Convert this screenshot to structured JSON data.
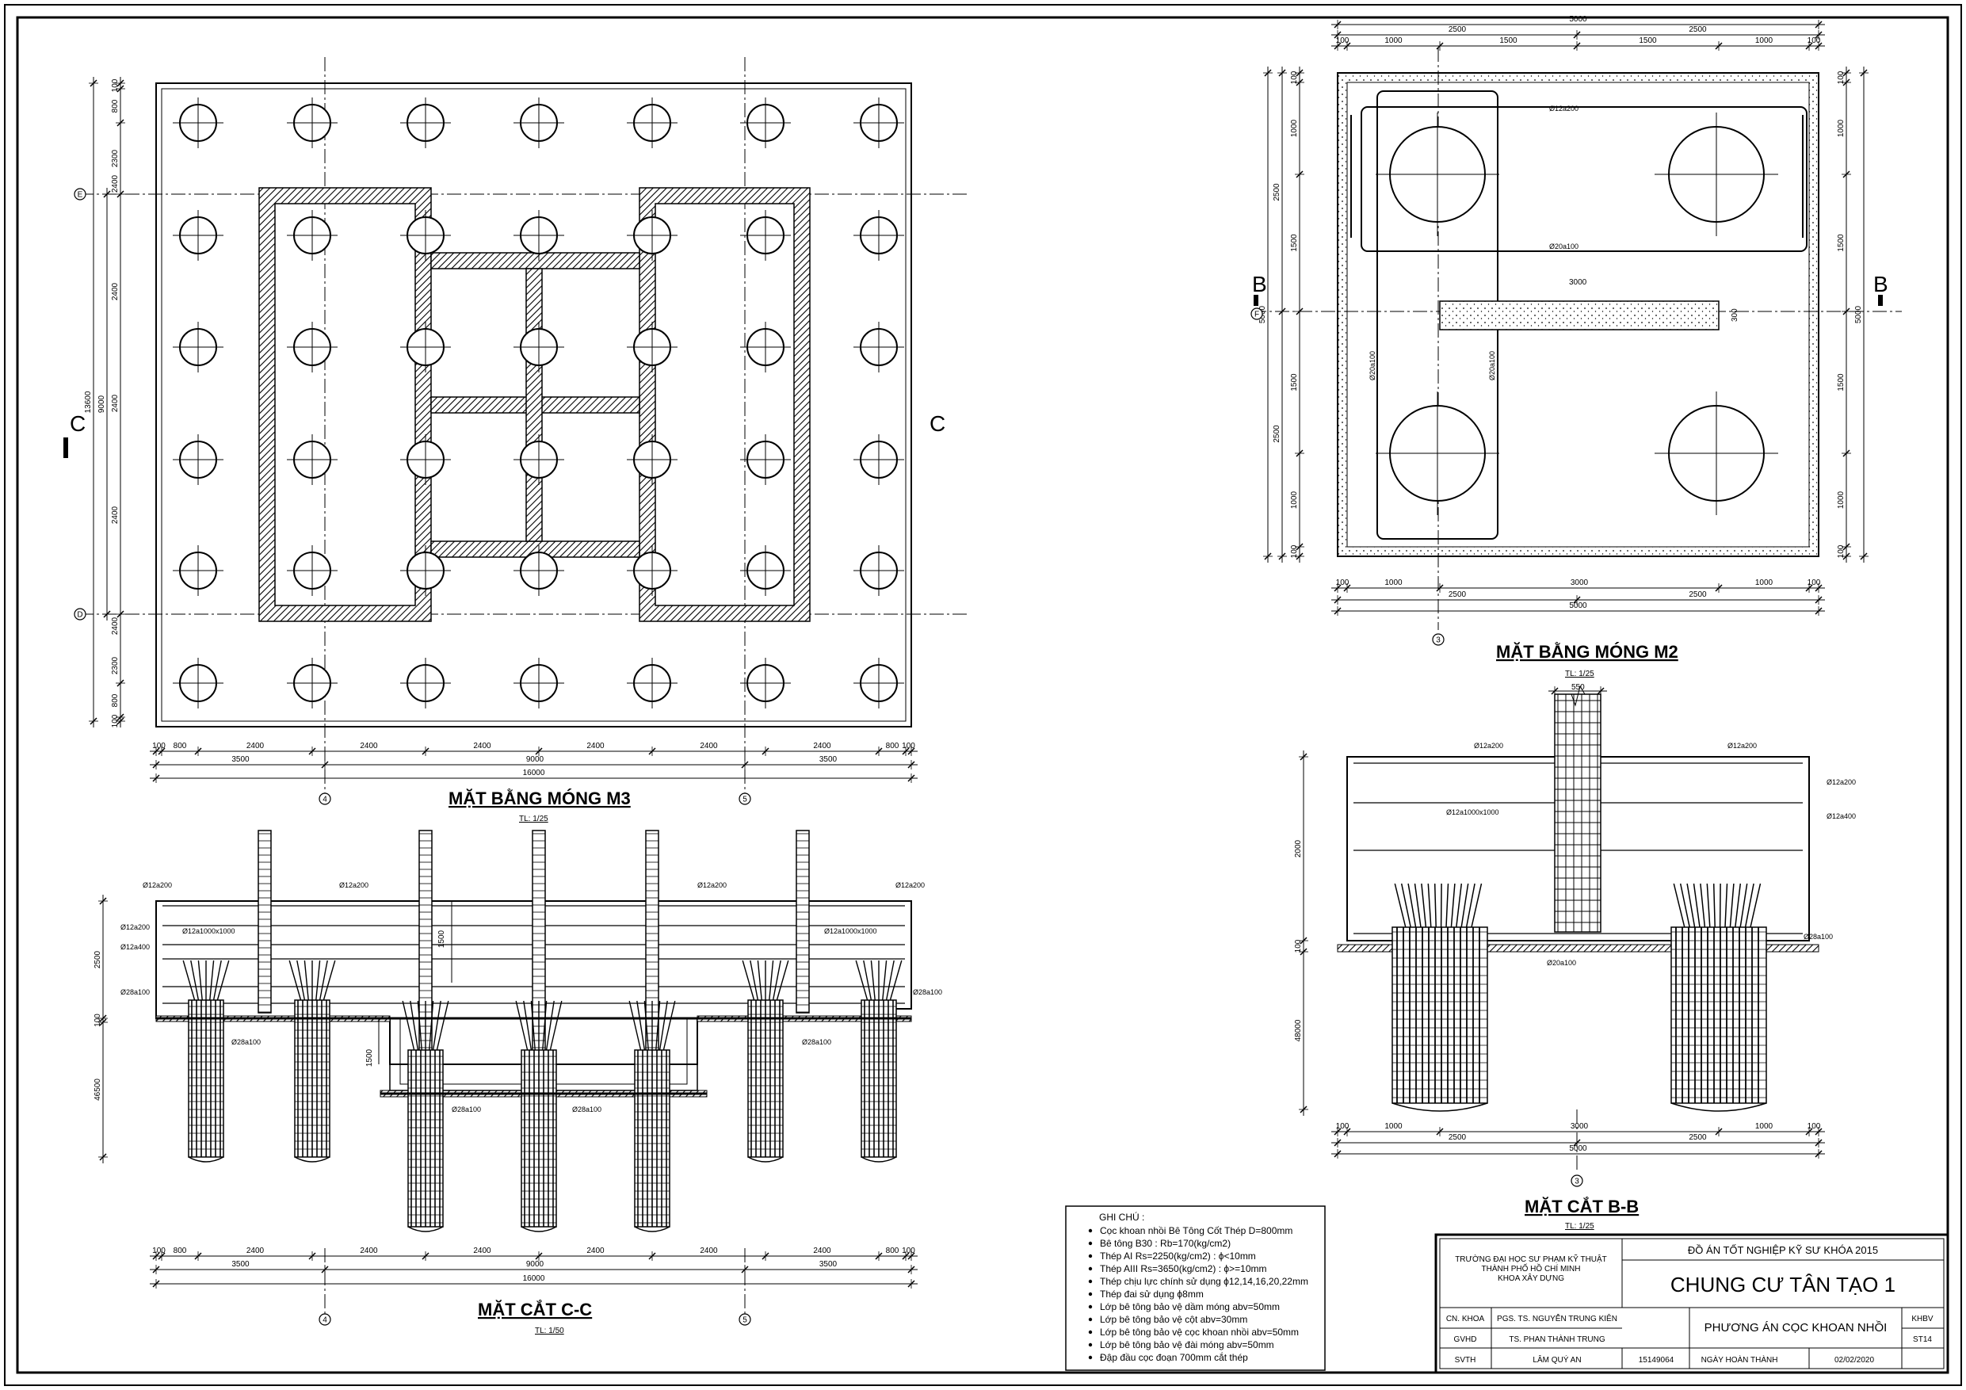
{
  "plan_m3": {
    "title": "MẶT BẰNG MÓNG M3",
    "scale": "TL: 1/25",
    "axis_labels": [
      "E",
      "D",
      "4",
      "5"
    ],
    "section_mark": "C",
    "dims_bottom": [
      "100",
      "800",
      "2400",
      "2400",
      "2400",
      "2400",
      "2400",
      "2400",
      "800",
      "100"
    ],
    "dims_mid": [
      "3500",
      "9000",
      "3500"
    ],
    "dims_total": "16000",
    "dims_left": [
      "100",
      "800",
      "2300",
      "2400",
      "2400",
      "2400",
      "2400",
      "2400",
      "2300",
      "800",
      "100"
    ],
    "dims_left_mid": "9000",
    "dims_left_total": "13600"
  },
  "section_cc": {
    "title": "MẶT CẮT C-C",
    "scale": "TL: 1/50",
    "labels": [
      "Ø12a200",
      "Ø12a200",
      "Ø12a200",
      "Ø12a200",
      "Ø12a1000x1000",
      "Ø12a1000x1000",
      "Ø12a200",
      "Ø12a400",
      "Ø28a100",
      "Ø28a100",
      "Ø28a100",
      "Ø28a100",
      "Ø28a100",
      "Ø28a100"
    ],
    "dims_left": [
      "2500",
      "100",
      "46500"
    ],
    "dim_inner": "1500",
    "dim_step": "1500",
    "dims_bottom": [
      "100",
      "800",
      "2400",
      "2400",
      "2400",
      "2400",
      "2400",
      "2400",
      "800",
      "100"
    ],
    "dims_mid": [
      "3500",
      "9000",
      "3500"
    ],
    "dims_total": "16000",
    "axis_labels": [
      "4",
      "5"
    ]
  },
  "plan_m2": {
    "title": "MẶT BẰNG MÓNG M2",
    "scale": "TL: 1/25",
    "dims_top_total": "5000",
    "dims_top_mid": [
      "2500",
      "2500"
    ],
    "dims_top": [
      "100",
      "1000",
      "1500",
      "1500",
      "1000",
      "100"
    ],
    "dims_bottom": [
      "100",
      "1000",
      "3000",
      "1000",
      "100"
    ],
    "dims_bottom_mid": [
      "2500",
      "2500"
    ],
    "dims_bottom_total": "5000",
    "dims_left": [
      "100",
      "1000",
      "1500",
      "1500",
      "1000",
      "100"
    ],
    "dims_left_mid": [
      "2500",
      "2500"
    ],
    "dims_left_total": "5000",
    "dims_right": [
      "100",
      "1000",
      "1500",
      "1500",
      "1000",
      "100"
    ],
    "dims_right_total": "5000",
    "rebar_labels": [
      "Ø12a200",
      "Ø20a100",
      "Ø20a100",
      "Ø20a100"
    ],
    "wall_dim": "3000",
    "wall_thk": "300",
    "axis_labels": [
      "F",
      "3"
    ],
    "section_mark": "B"
  },
  "section_bb": {
    "title": "MẶT CẮT B-B",
    "scale": "TL: 1/25",
    "col_width": "550",
    "labels": [
      "Ø12a200",
      "Ø12a200",
      "Ø12a200",
      "Ø12a1000x1000",
      "Ø12a400",
      "Ø28a100",
      "Ø20a100"
    ],
    "dims_left": [
      "2000",
      "100",
      "48000"
    ],
    "dims_bottom": [
      "100",
      "1000",
      "3000",
      "1000",
      "100"
    ],
    "dims_bottom_mid": [
      "2500",
      "2500"
    ],
    "dims_bottom_total": "5000",
    "axis_label": "3"
  },
  "notes": {
    "title": "GHI CHÚ :",
    "items": [
      "Cọc khoan nhồi Bê Tông Cốt Thép D=800mm",
      "Bê tông B30 : Rb=170(kg/cm2)",
      "Thép AI Rs=2250(kg/cm2) : ϕ<10mm",
      "Thép AIII Rs=3650(kg/cm2) : ϕ>=10mm",
      "Thép chịu lực chính sử dụng ϕ12,14,16,20,22mm",
      "Thép đai sử dụng ϕ8mm",
      "Lớp bê tông bảo vệ dầm móng abv=50mm",
      "Lớp bê tông bảo vệ cột abv=30mm",
      "Lớp bê tông bảo vệ cọc khoan nhồi abv=50mm",
      "Lớp bê tông bảo vệ đài móng abv=50mm",
      "Đập đầu cọc đoạn 700mm cắt thép"
    ]
  },
  "title_block": {
    "school": [
      "TRƯỜNG ĐẠI HỌC SƯ PHẠM KỸ THUẬT",
      "THÀNH PHỐ HỒ CHÍ MINH",
      "KHOA XÂY DỰNG"
    ],
    "project_type": "ĐỒ ÁN TỐT NGHIỆP KỸ SƯ KHÓA 2015",
    "project_name": "CHUNG CƯ TÂN TẠO 1",
    "sheet_name": "PHƯƠNG ÁN CỌC KHOAN NHỒI",
    "rows": [
      {
        "role": "CN. KHOA",
        "name": "PGS. TS. NGUYỄN TRUNG KIÊN"
      },
      {
        "role": "GVHD",
        "name": "TS. PHAN THÀNH TRUNG"
      },
      {
        "role": "SVTH",
        "name": "LÂM QUÝ AN"
      }
    ],
    "student_id": "15149064",
    "date_label": "NGÀY HOÀN THÀNH",
    "date": "02/02/2020",
    "sheet_code_label": "KHBV",
    "sheet_code": "ST14"
  }
}
